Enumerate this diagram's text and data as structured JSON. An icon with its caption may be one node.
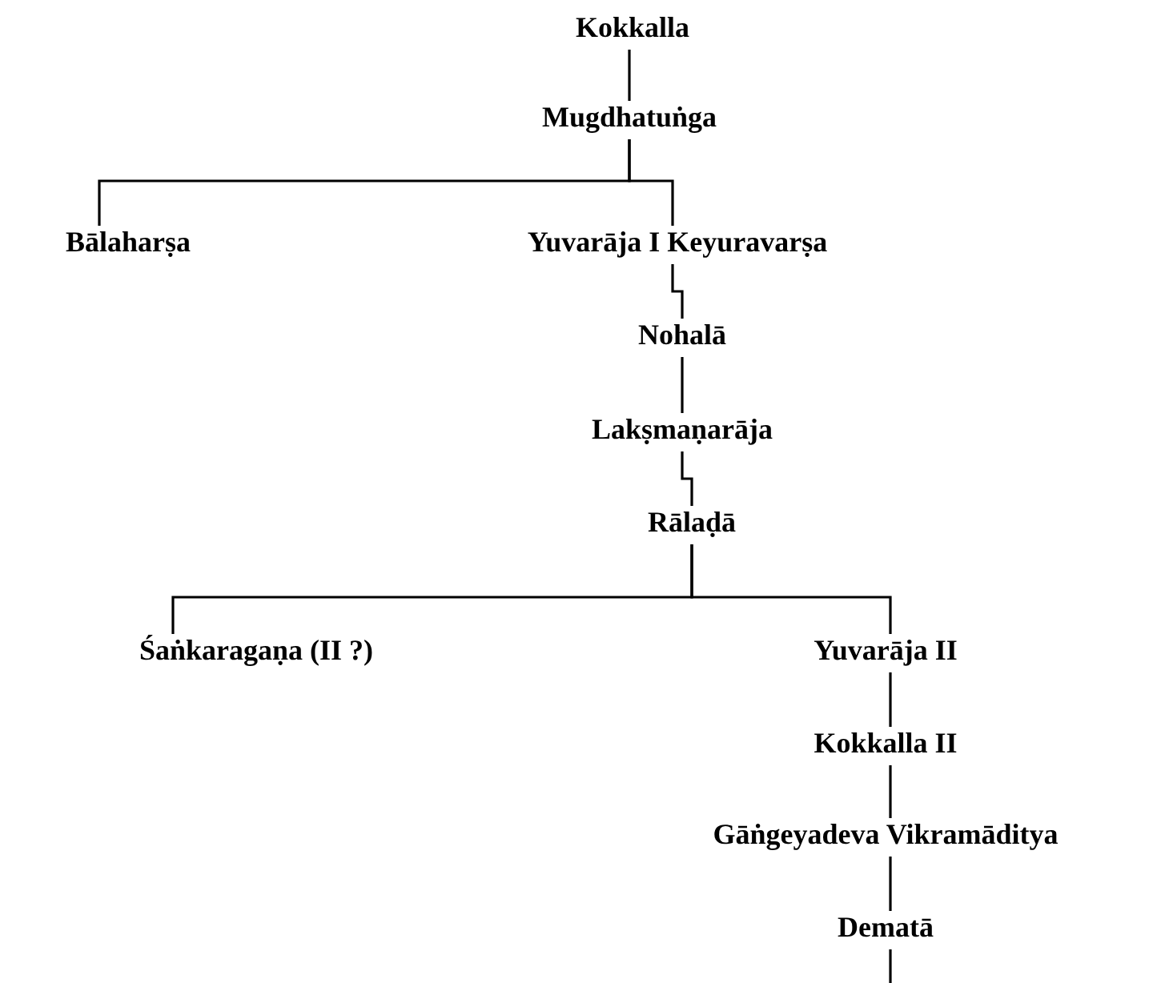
{
  "diagram": {
    "nodes": [
      {
        "text": [
          "Kokkalla"
        ]
      },
      {
        "text": [
          "Mugdhatuṅga"
        ]
      },
      {
        "text": [
          "Bālaharṣa"
        ]
      },
      {
        "text": [
          "Yuvarāja I Keyuravarṣa"
        ]
      },
      {
        "text": [
          "Nohalā"
        ]
      },
      {
        "text": [
          "Lakṣmaṇarāja"
        ]
      },
      {
        "text": [
          "Rālaḍā"
        ]
      },
      {
        "text": [
          "Śaṅkaragaṇa (II ?)"
        ]
      },
      {
        "text": [
          "Yuvarāja II"
        ]
      },
      {
        "text": [
          "Kokkalla II"
        ]
      },
      {
        "text": [
          "Gāṅgeyadeva Vikramāditya"
        ]
      },
      {
        "text": [
          "Dematā"
        ]
      }
    ],
    "edges": [
      {
        "from": 0,
        "to": 1,
        "arrow": "none"
      },
      {
        "from": 1,
        "to": 2,
        "arrow": "none"
      },
      {
        "from": 1,
        "to": 3,
        "arrow": "none"
      },
      {
        "from": 3,
        "to": 4,
        "arrow": "none"
      },
      {
        "from": 4,
        "to": 5,
        "arrow": "none"
      },
      {
        "from": 5,
        "to": 6,
        "arrow": "none"
      },
      {
        "from": 6,
        "to": 7,
        "arrow": "none"
      },
      {
        "from": 6,
        "to": 8,
        "arrow": "none"
      },
      {
        "from": 8,
        "to": 9,
        "arrow": "none"
      },
      {
        "from": 9,
        "to": 10,
        "arrow": "none"
      },
      {
        "from": 10,
        "to": 11,
        "arrow": "none"
      },
      {
        "from": 11,
        "to": null,
        "arrow": "none"
      }
    ]
  }
}
